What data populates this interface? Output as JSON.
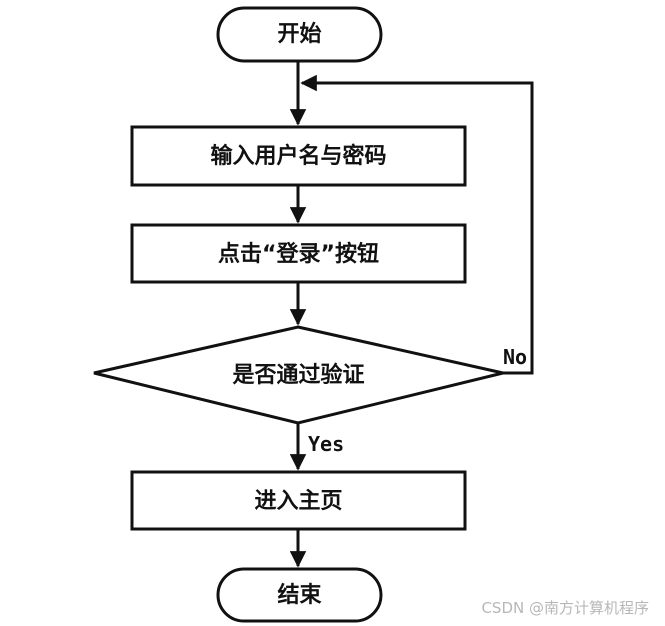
{
  "flowchart": {
    "start_label": "开始",
    "input_label": "输入用户名与密码",
    "click_label": "点击“登录”按钮",
    "decision_label": "是否通过验证",
    "home_label": "进入主页",
    "end_label": "结束",
    "yes_label": "Yes",
    "no_label": "No"
  },
  "watermark": "CSDN @南方计算机程序"
}
